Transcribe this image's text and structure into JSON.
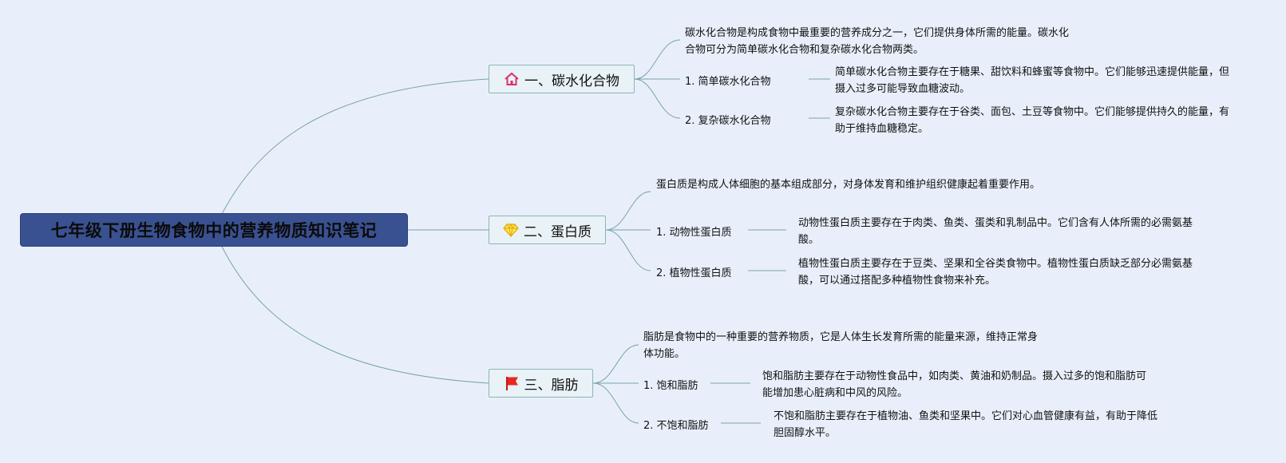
{
  "root": {
    "title": "七年级下册生物食物中的营养物质知识笔记"
  },
  "branches": [
    {
      "title": "一、碳水化合物",
      "icon": "house-icon",
      "summary": "碳水化合物是构成食物中最重要的营养成分之一，它们提供身体所需的能量。碳水化合物可分为简单碳水化合物和复杂碳水化合物两类。",
      "items": [
        {
          "label": "1. 简单碳水化合物",
          "detail": "简单碳水化合物主要存在于糖果、甜饮料和蜂蜜等食物中。它们能够迅速提供能量，但摄入过多可能导致血糖波动。"
        },
        {
          "label": "2. 复杂碳水化合物",
          "detail": "复杂碳水化合物主要存在于谷类、面包、土豆等食物中。它们能够提供持久的能量，有助于维持血糖稳定。"
        }
      ]
    },
    {
      "title": "二、蛋白质",
      "icon": "diamond-icon",
      "summary": "蛋白质是构成人体细胞的基本组成部分，对身体发育和维护组织健康起着重要作用。",
      "items": [
        {
          "label": "1. 动物性蛋白质",
          "detail": "动物性蛋白质主要存在于肉类、鱼类、蛋类和乳制品中。它们含有人体所需的必需氨基酸。"
        },
        {
          "label": "2. 植物性蛋白质",
          "detail": "植物性蛋白质主要存在于豆类、坚果和全谷类食物中。植物性蛋白质缺乏部分必需氨基酸，可以通过搭配多种植物性食物来补充。"
        }
      ]
    },
    {
      "title": "三、脂肪",
      "icon": "flag-icon",
      "summary": "脂肪是食物中的一种重要的营养物质，它是人体生长发育所需的能量来源，维持正常身体功能。",
      "items": [
        {
          "label": "1. 饱和脂肪",
          "detail": "饱和脂肪主要存在于动物性食品中，如肉类、黄油和奶制品。摄入过多的饱和脂肪可能增加患心脏病和中风的风险。"
        },
        {
          "label": "2. 不饱和脂肪",
          "detail": "不饱和脂肪主要存在于植物油、鱼类和坚果中。它们对心血管健康有益，有助于降低胆固醇水平。"
        }
      ]
    }
  ],
  "colors": {
    "root_fill": "#3a5191",
    "line": "#7aa3a8",
    "background": "#e8effb"
  }
}
